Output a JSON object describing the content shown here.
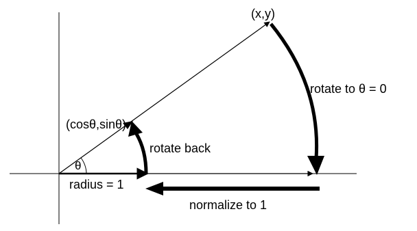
{
  "diagram": {
    "labels": {
      "point_xy": "(x,y)",
      "unit_point": "(cosθ,sinθ)",
      "theta": "θ",
      "radius": "radius = 1",
      "rotate_to_zero": "rotate to θ = 0",
      "rotate_back": "rotate back",
      "normalize": "normalize to 1"
    },
    "colors": {
      "ink": "#000000",
      "background": "#ffffff"
    }
  }
}
